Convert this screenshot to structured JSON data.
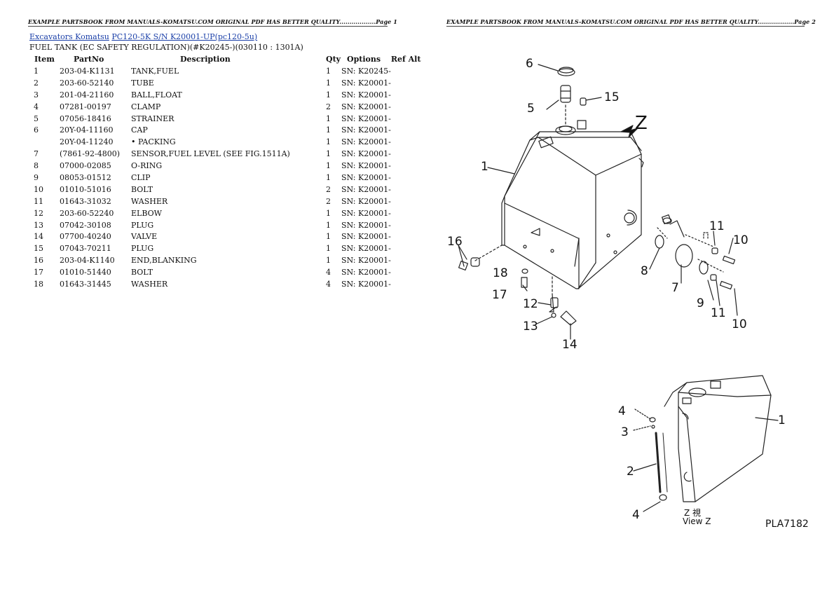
{
  "header": {
    "page1": "EXAMPLE PARTSBOOK FROM MANUALS-KOMATSU.COM ORIGINAL PDF HAS BETTER QUALITY..................Page 1",
    "page2": "EXAMPLE PARTSBOOK FROM MANUALS-KOMATSU.COM ORIGINAL PDF HAS BETTER QUALITY..................Page 2"
  },
  "breadcrumb": {
    "link1": "Excavators Komatsu",
    "link2": "PC120-5K S/N K20001-UP(pc120-5u)"
  },
  "section_title": "FUEL TANK (EC SAFETY REGULATION)(#K20245-)(030110 : 1301A)",
  "table": {
    "headers": [
      "Item",
      "PartNo",
      "Description",
      "Qty",
      "Options",
      "Ref Alt"
    ],
    "rows": [
      [
        "1",
        "203-04-K1131",
        "TANK,FUEL",
        "1",
        "SN: K20245-",
        ""
      ],
      [
        "2",
        "203-60-52140",
        "TUBE",
        "1",
        "SN: K20001-",
        ""
      ],
      [
        "3",
        "201-04-21160",
        "BALL,FLOAT",
        "1",
        "SN: K20001-",
        ""
      ],
      [
        "4",
        "07281-00197",
        "CLAMP",
        "2",
        "SN: K20001-",
        ""
      ],
      [
        "5",
        "07056-18416",
        "STRAINER",
        "1",
        "SN: K20001-",
        ""
      ],
      [
        "6",
        "20Y-04-11160",
        "CAP",
        "1",
        "SN: K20001-",
        ""
      ],
      [
        "",
        "20Y-04-11240",
        "• PACKING",
        "1",
        "SN: K20001-",
        ""
      ],
      [
        "7",
        "(7861-92-4800)",
        "SENSOR,FUEL LEVEL (SEE FIG.1511A)",
        "1",
        "SN: K20001-",
        ""
      ],
      [
        "8",
        "07000-02085",
        "O-RING",
        "1",
        "SN: K20001-",
        ""
      ],
      [
        "9",
        "08053-01512",
        "CLIP",
        "1",
        "SN: K20001-",
        ""
      ],
      [
        "10",
        "01010-51016",
        "BOLT",
        "2",
        "SN: K20001-",
        ""
      ],
      [
        "11",
        "01643-31032",
        "WASHER",
        "2",
        "SN: K20001-",
        ""
      ],
      [
        "12",
        "203-60-52240",
        "ELBOW",
        "1",
        "SN: K20001-",
        ""
      ],
      [
        "13",
        "07042-30108",
        "PLUG",
        "1",
        "SN: K20001-",
        ""
      ],
      [
        "14",
        "07700-40240",
        "VALVE",
        "1",
        "SN: K20001-",
        ""
      ],
      [
        "15",
        "07043-70211",
        "PLUG",
        "1",
        "SN: K20001-",
        ""
      ],
      [
        "16",
        "203-04-K1140",
        "END,BLANKING",
        "1",
        "SN: K20001-",
        ""
      ],
      [
        "17",
        "01010-51440",
        "BOLT",
        "4",
        "SN: K20001-",
        ""
      ],
      [
        "18",
        "01643-31445",
        "WASHER",
        "4",
        "SN: K20001-",
        ""
      ]
    ]
  },
  "diagram": {
    "view_letter": "Z",
    "view_caption": "View Z",
    "view_caption_kanji": "Z 視",
    "drawing_code": "PLA7182",
    "callouts": [
      "1",
      "2",
      "3",
      "4",
      "5",
      "6",
      "7",
      "8",
      "9",
      "10",
      "11",
      "12",
      "13",
      "14",
      "15",
      "16",
      "17",
      "18"
    ]
  }
}
